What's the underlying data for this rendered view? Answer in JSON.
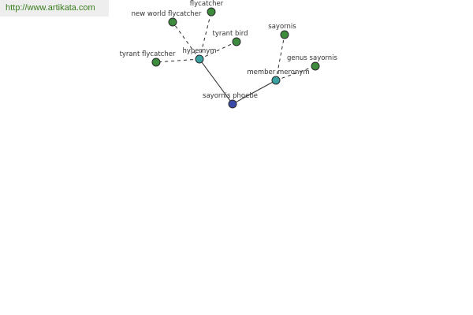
{
  "url": "http://www.artikata.com",
  "colors": {
    "leaf": "#3d8b3d",
    "relation": "#3aa0a0",
    "root": "#3b4aa8",
    "stroke": "#2b2b2b",
    "url": "#3a7d1f"
  },
  "nodes": [
    {
      "id": "sayornis-phoebe",
      "label": "sayornis phoebe",
      "kind": "root"
    },
    {
      "id": "hypernym",
      "label": "hypernym",
      "kind": "relation"
    },
    {
      "id": "member-meronym",
      "label": "member meronym",
      "kind": "relation"
    },
    {
      "id": "flycatcher",
      "label": "flycatcher",
      "kind": "leaf"
    },
    {
      "id": "new-world-flycatcher",
      "label": "new world flycatcher",
      "kind": "leaf"
    },
    {
      "id": "tyrant-bird",
      "label": "tyrant bird",
      "kind": "leaf"
    },
    {
      "id": "tyrant-flycatcher",
      "label": "tyrant flycatcher",
      "kind": "leaf"
    },
    {
      "id": "sayornis",
      "label": "sayornis",
      "kind": "leaf"
    },
    {
      "id": "genus-sayornis",
      "label": "genus sayornis",
      "kind": "leaf"
    }
  ],
  "edges": [
    {
      "from": "sayornis-phoebe",
      "to": "hypernym",
      "style": "solid"
    },
    {
      "from": "sayornis-phoebe",
      "to": "member-meronym",
      "style": "solid"
    },
    {
      "from": "hypernym",
      "to": "flycatcher",
      "style": "dashed"
    },
    {
      "from": "hypernym",
      "to": "new-world-flycatcher",
      "style": "dashed"
    },
    {
      "from": "hypernym",
      "to": "tyrant-bird",
      "style": "dashed"
    },
    {
      "from": "hypernym",
      "to": "tyrant-flycatcher",
      "style": "dashed"
    },
    {
      "from": "member-meronym",
      "to": "sayornis",
      "style": "dashed"
    },
    {
      "from": "member-meronym",
      "to": "genus-sayornis",
      "style": "dashed"
    }
  ]
}
